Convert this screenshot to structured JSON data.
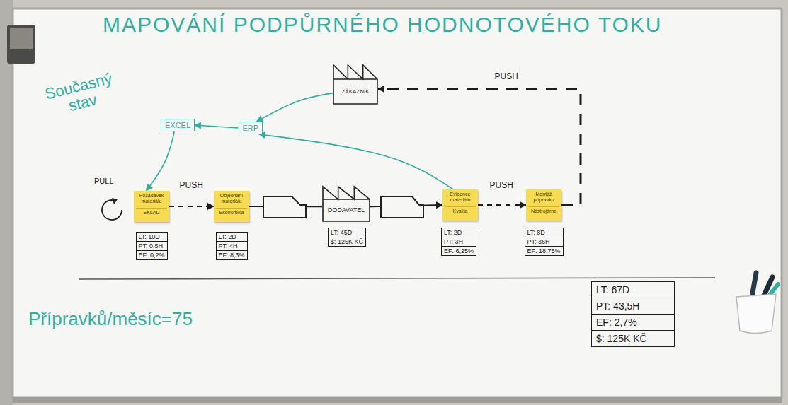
{
  "diagram": {
    "title": "MAPOVÁNÍ PODPŮRNÉHO HODNOTOVÉHO TOKU",
    "nodes": [
      {
        "text": [
          "ZÁKAZNÍK"
        ]
      },
      {
        "text": [
          "EXCEL"
        ]
      },
      {
        "text": [
          "ERP"
        ]
      },
      {
        "text": [
          "Požadavek materiálu",
          "SKLAD"
        ]
      },
      {
        "text": [
          "Objednání materiálu",
          "Ekonomika"
        ]
      },
      {
        "text": [
          "DODAVATEL"
        ]
      },
      {
        "text": [
          "Evidence materiálu",
          "Kvalita"
        ]
      },
      {
        "text": [
          "Montáž přípravku",
          "Nástrojárna"
        ]
      },
      {
        "text": [
          "LT: 10D",
          "PT: 0,5H",
          "EF: 0,2%"
        ]
      },
      {
        "text": [
          "LT: 2D",
          "PT: 4H",
          "EF: 8,3%"
        ]
      },
      {
        "text": [
          "LT: 45D",
          "$: 125K KČ"
        ]
      },
      {
        "text": [
          "LT: 2D",
          "PT: 3H",
          "EF: 6,25%"
        ]
      },
      {
        "text": [
          "LT: 8D",
          "PT: 36H",
          "EF: 18,75%"
        ]
      },
      {
        "text": [
          "LT: 67D",
          "PT: 43,5H",
          "EF: 2,7%",
          "$: 125K KČ"
        ]
      }
    ],
    "edges": [
      {
        "from": 0,
        "to": 2,
        "arrow": "to"
      },
      {
        "from": 2,
        "to": 1,
        "arrow": "to"
      },
      {
        "from": 1,
        "to": 3,
        "arrow": "to"
      },
      {
        "from": 3,
        "to": 4,
        "label": "PUSH",
        "arrow": "to"
      },
      {
        "from": 4,
        "to": 5,
        "arrow": "none"
      },
      {
        "from": 5,
        "to": 6,
        "arrow": "to"
      },
      {
        "from": 6,
        "to": 2,
        "arrow": "to"
      },
      {
        "from": 6,
        "to": 7,
        "label": "PUSH",
        "arrow": "to"
      },
      {
        "from": 7,
        "to": 0,
        "label": "PUSH",
        "arrow": "to"
      }
    ],
    "labels": [
      "Současný stav",
      "PULL",
      "Přípravků/měsíc=75"
    ]
  }
}
